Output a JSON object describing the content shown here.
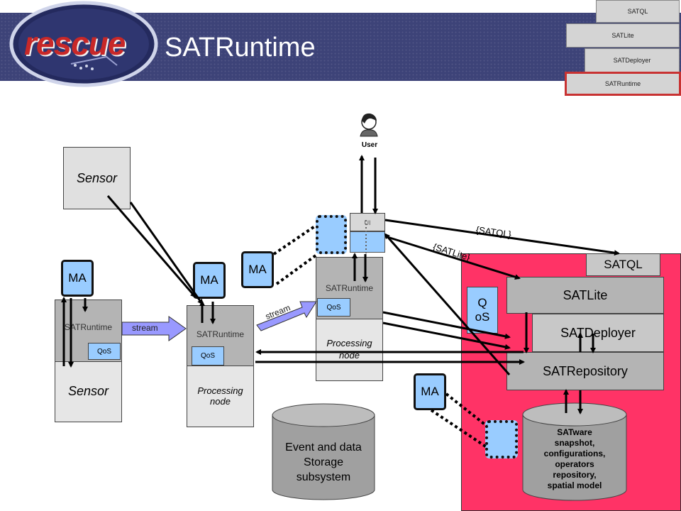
{
  "title": "SATRuntime",
  "logo_text": "rescue",
  "nav": {
    "items": [
      "SATQL",
      "SATLite",
      "SATDeployer",
      "SATRuntime"
    ],
    "active": "SATRuntime"
  },
  "user_label": "User",
  "sensor_top_label": "Sensor",
  "sensor_node": {
    "runtime": "SATRuntime",
    "qos": "QoS",
    "label": "Sensor"
  },
  "proc_node_1": {
    "runtime": "SATRuntime",
    "qos": "QoS",
    "label": "Processing\nnode"
  },
  "proc_node_2": {
    "runtime": "SATRuntime",
    "qos": "QoS",
    "label": "Processing\nnode",
    "ui": "UI"
  },
  "ma_label": "MA",
  "stream_label": "stream",
  "satql_edge_label": "{SATQL}",
  "satlite_edge_label": "{SATLite}",
  "server": {
    "satql": "SATQL",
    "satlite": "SATLite",
    "satdeployer": "SATDeployer",
    "satrepository": "SATRepository",
    "qos": "Q\noS",
    "db_label": "SATware\nsnapshot,\nconfigurations,\noperators\nrepository,\nspatial model"
  },
  "storage_label": "Event and data\nStorage\nsubsystem",
  "colors": {
    "header": "#3d4378",
    "server": "#ff3366",
    "ma": "#99ccff",
    "box": "#c0c0c0",
    "arrow_fill": "#9999ff"
  }
}
